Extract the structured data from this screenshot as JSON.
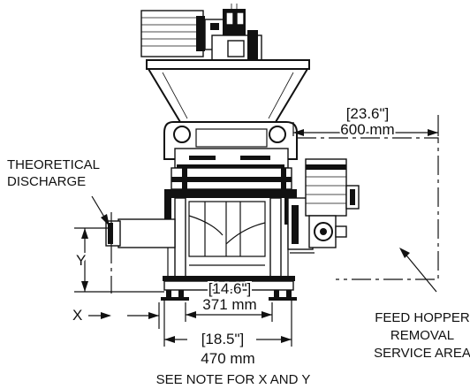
{
  "labels": {
    "theoretical_discharge_line1": "THEORETICAL",
    "theoretical_discharge_line2": "DISCHARGE",
    "dim_y": "Y",
    "dim_x": "X",
    "dim_hopper_in": "[23.6\"]",
    "dim_hopper_mm": "600 mm",
    "dim_inner_in": "[14.6\"]",
    "dim_inner_mm": "371 mm",
    "dim_outer_in": "[18.5\"]",
    "dim_outer_mm": "470 mm",
    "service_line1": "FEED HOPPER",
    "service_line2": "REMOVAL",
    "service_line3": "SERVICE AREA",
    "note": "SEE NOTE FOR X AND Y"
  }
}
